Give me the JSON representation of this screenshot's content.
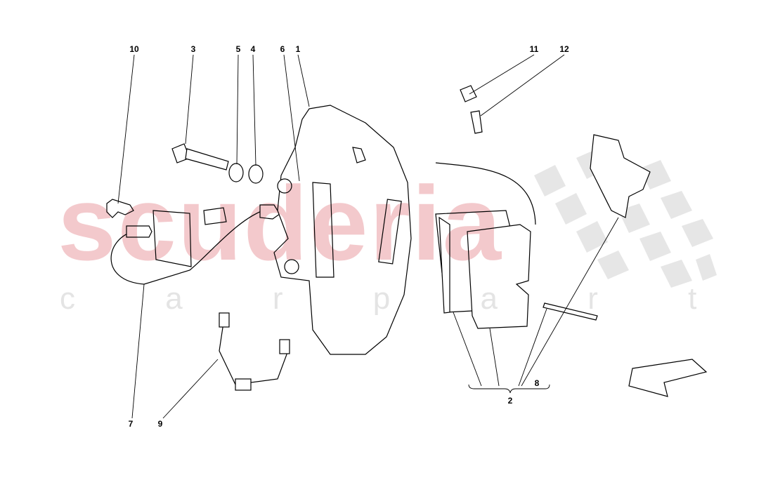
{
  "watermark": {
    "brand": "scuderia",
    "sub": "c a r p a r t s",
    "brand_color": "#f3c9cc",
    "sub_color": "#e4e4e4"
  },
  "callouts": {
    "c1": "1",
    "c2": "2",
    "c3": "3",
    "c4": "4",
    "c5": "5",
    "c6": "6",
    "c7": "7",
    "c8": "8",
    "c9": "9",
    "c10": "10",
    "c11": "11",
    "c12": "12"
  },
  "icons": {
    "direction": "arrow-icon"
  }
}
